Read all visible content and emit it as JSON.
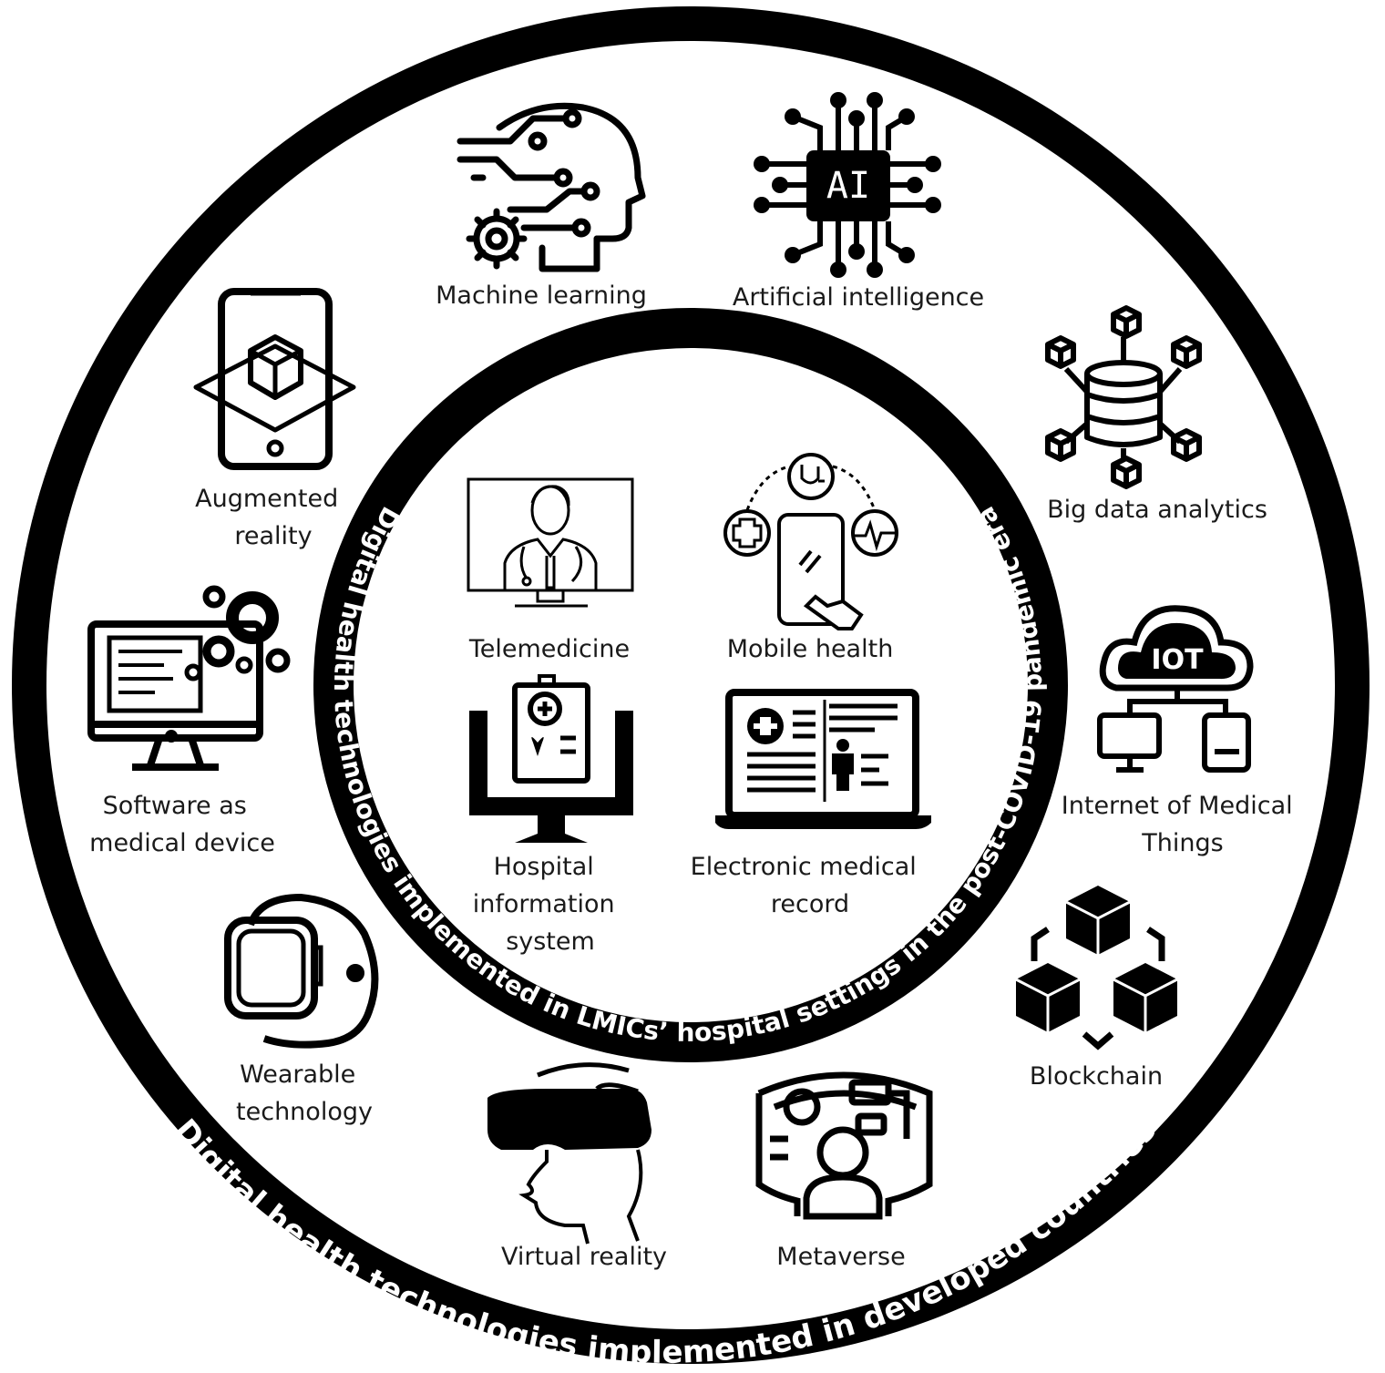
{
  "outer_ring_text": "Digital health technologies implemented in developed countries",
  "inner_ring_text": "Digital health technologies implemented in LMICs’ hospital settings in the post-COVID-19 pandemic era",
  "outer_items": {
    "machine_learning": [
      "Machine learning"
    ],
    "artificial_intelligence": [
      "Artificial intelligence"
    ],
    "ai_chip_text": "AI",
    "big_data": [
      "Big data analytics"
    ],
    "iomt": [
      "Internet of Medical",
      "Things"
    ],
    "iot_text": "IOT",
    "blockchain": [
      "Blockchain"
    ],
    "metaverse": [
      "Metaverse"
    ],
    "virtual_reality": [
      "Virtual reality"
    ],
    "wearable": [
      "Wearable",
      "technology"
    ],
    "samd": [
      "Software as",
      "medical device"
    ],
    "augmented_reality": [
      "Augmented",
      "reality"
    ]
  },
  "inner_items": {
    "telemedicine": [
      "Telemedicine"
    ],
    "mobile_health": [
      "Mobile health"
    ],
    "his": [
      "Hospital",
      "information",
      "system"
    ],
    "emr": [
      "Electronic medical",
      "record"
    ]
  }
}
